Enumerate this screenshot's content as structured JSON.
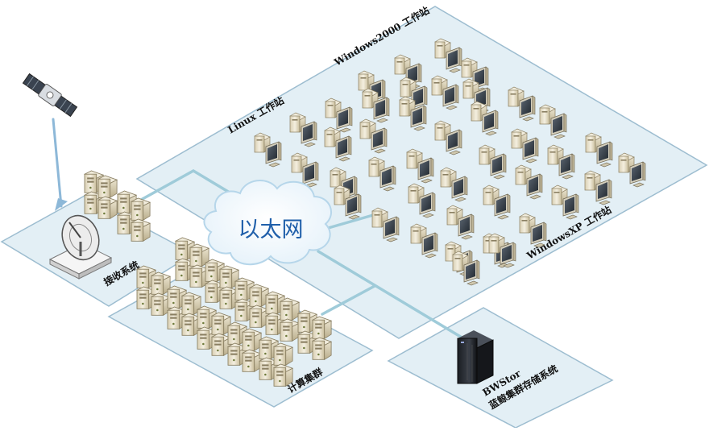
{
  "labels": {
    "ethernet": "以太网",
    "win2000": "Windows2000 工作站",
    "linux": "Linux 工作站",
    "winxp": "WindowsXP 工作站",
    "receiver": "接收系统",
    "compute": "计算集群",
    "storage_line1": "BWStor",
    "storage_line2": "蓝鲸集群存储系统"
  },
  "colors": {
    "platform_fill": "#e3eff5",
    "platform_stroke": "#9dbdd0",
    "link": "#9fcbd9",
    "cloud": "#ffffff",
    "cloud_text": "#1f5faa"
  }
}
